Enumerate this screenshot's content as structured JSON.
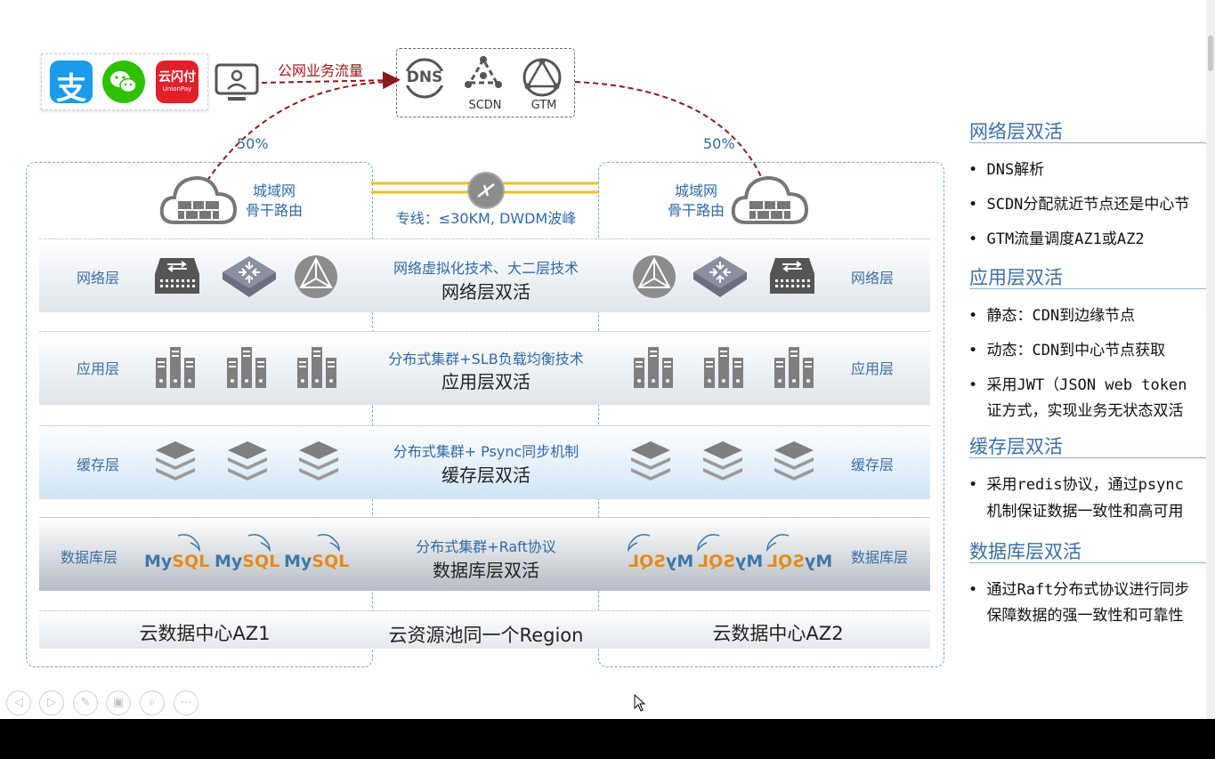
{
  "top": {
    "traffic_label": "公网业务流量",
    "scdn_label": "SCDN",
    "gtm_label": "GTM",
    "dns_label": "DNS",
    "pay_apps": [
      "alipay-icon",
      "wechat-icon",
      "unionpay-icon"
    ],
    "unionpay_text": "云闪付",
    "unionpay_sub": "UnionPay",
    "alipay_glyph": "支"
  },
  "split": {
    "left_pct": "50%",
    "right_pct": "50%"
  },
  "az1_cloud": {
    "line1": "城域网",
    "line2": "骨干路由"
  },
  "az2_cloud": {
    "line1": "城域网",
    "line2": "骨干路由"
  },
  "link_label": "专线：≤30KM, DWDM波峰",
  "layers": [
    {
      "left": "网络层",
      "right": "网络层",
      "sub": "网络虚拟化技术、大二层技术",
      "title": "网络层双活"
    },
    {
      "left": "应用层",
      "right": "应用层",
      "sub": "分布式集群+SLB负载均衡技术",
      "title": "应用层双活"
    },
    {
      "left": "缓存层",
      "right": "缓存层",
      "sub": "分布式集群+ Psync同步机制",
      "title": "缓存层双活"
    },
    {
      "left": "数据库层",
      "right": "数据库层",
      "sub": "分布式集群+Raft协议",
      "title": "数据库层双活"
    }
  ],
  "mysql": {
    "my": "My",
    "sql": "SQL",
    "mirror": "ᒍOSʎW"
  },
  "dc": {
    "az1": "云数据中心AZ1",
    "region": "云资源池同一个Region",
    "az2": "云数据中心AZ2"
  },
  "side": {
    "sections": [
      {
        "title": "网络层双活",
        "bullets": [
          "• DNS解析",
          "• SCDN分配就近节点还是中心节",
          "• GTM流量调度AZ1或AZ2"
        ]
      },
      {
        "title": "应用层双活",
        "bullets": [
          "• 静态：CDN到边缘节点",
          "• 动态：CDN到中心节点获取",
          "• 采用JWT（JSON web token",
          "  证方式，实现业务无状态双活"
        ]
      },
      {
        "title": "缓存层双活",
        "bullets": [
          "• 采用redis协议，通过psync",
          "  机制保证数据一致性和高可用"
        ]
      },
      {
        "title": "数据库层双活",
        "bullets": [
          "• 通过Raft分布式协议进行同步",
          "  保障数据的强一致性和可靠性"
        ]
      }
    ]
  },
  "controls": [
    "◁",
    "▷",
    "✎",
    "▣",
    "⌕",
    "⋯"
  ],
  "colors": {
    "accent": "#3b6fa5",
    "arrow": "#8b1a1a",
    "link": "#e8c21a"
  }
}
